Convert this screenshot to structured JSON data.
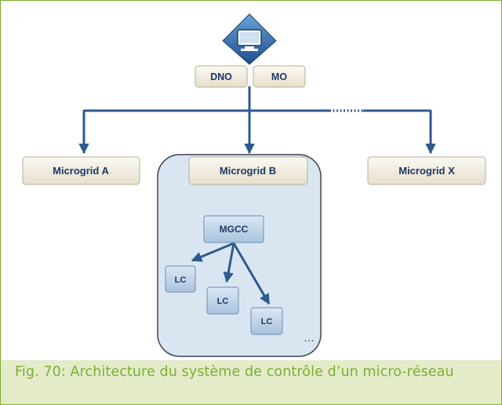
{
  "diagram": {
    "top_labels": {
      "left": "DNO",
      "right": "MO"
    },
    "microgrids": {
      "a": "Microgrid A",
      "b": "Microgrid B",
      "x": "Microgrid X"
    },
    "controller": "MGCC",
    "local_controllers": [
      "LC",
      "LC",
      "LC"
    ],
    "ellipsis": "…",
    "colors": {
      "arrow": "#2e5a8e",
      "box_fill": "#efeade",
      "panel_fill": "#d9e6f2",
      "lc_fill": "#b9cde3"
    }
  },
  "caption": "Fig. 70: Architecture du système de contrôle d’un micro-réseau"
}
